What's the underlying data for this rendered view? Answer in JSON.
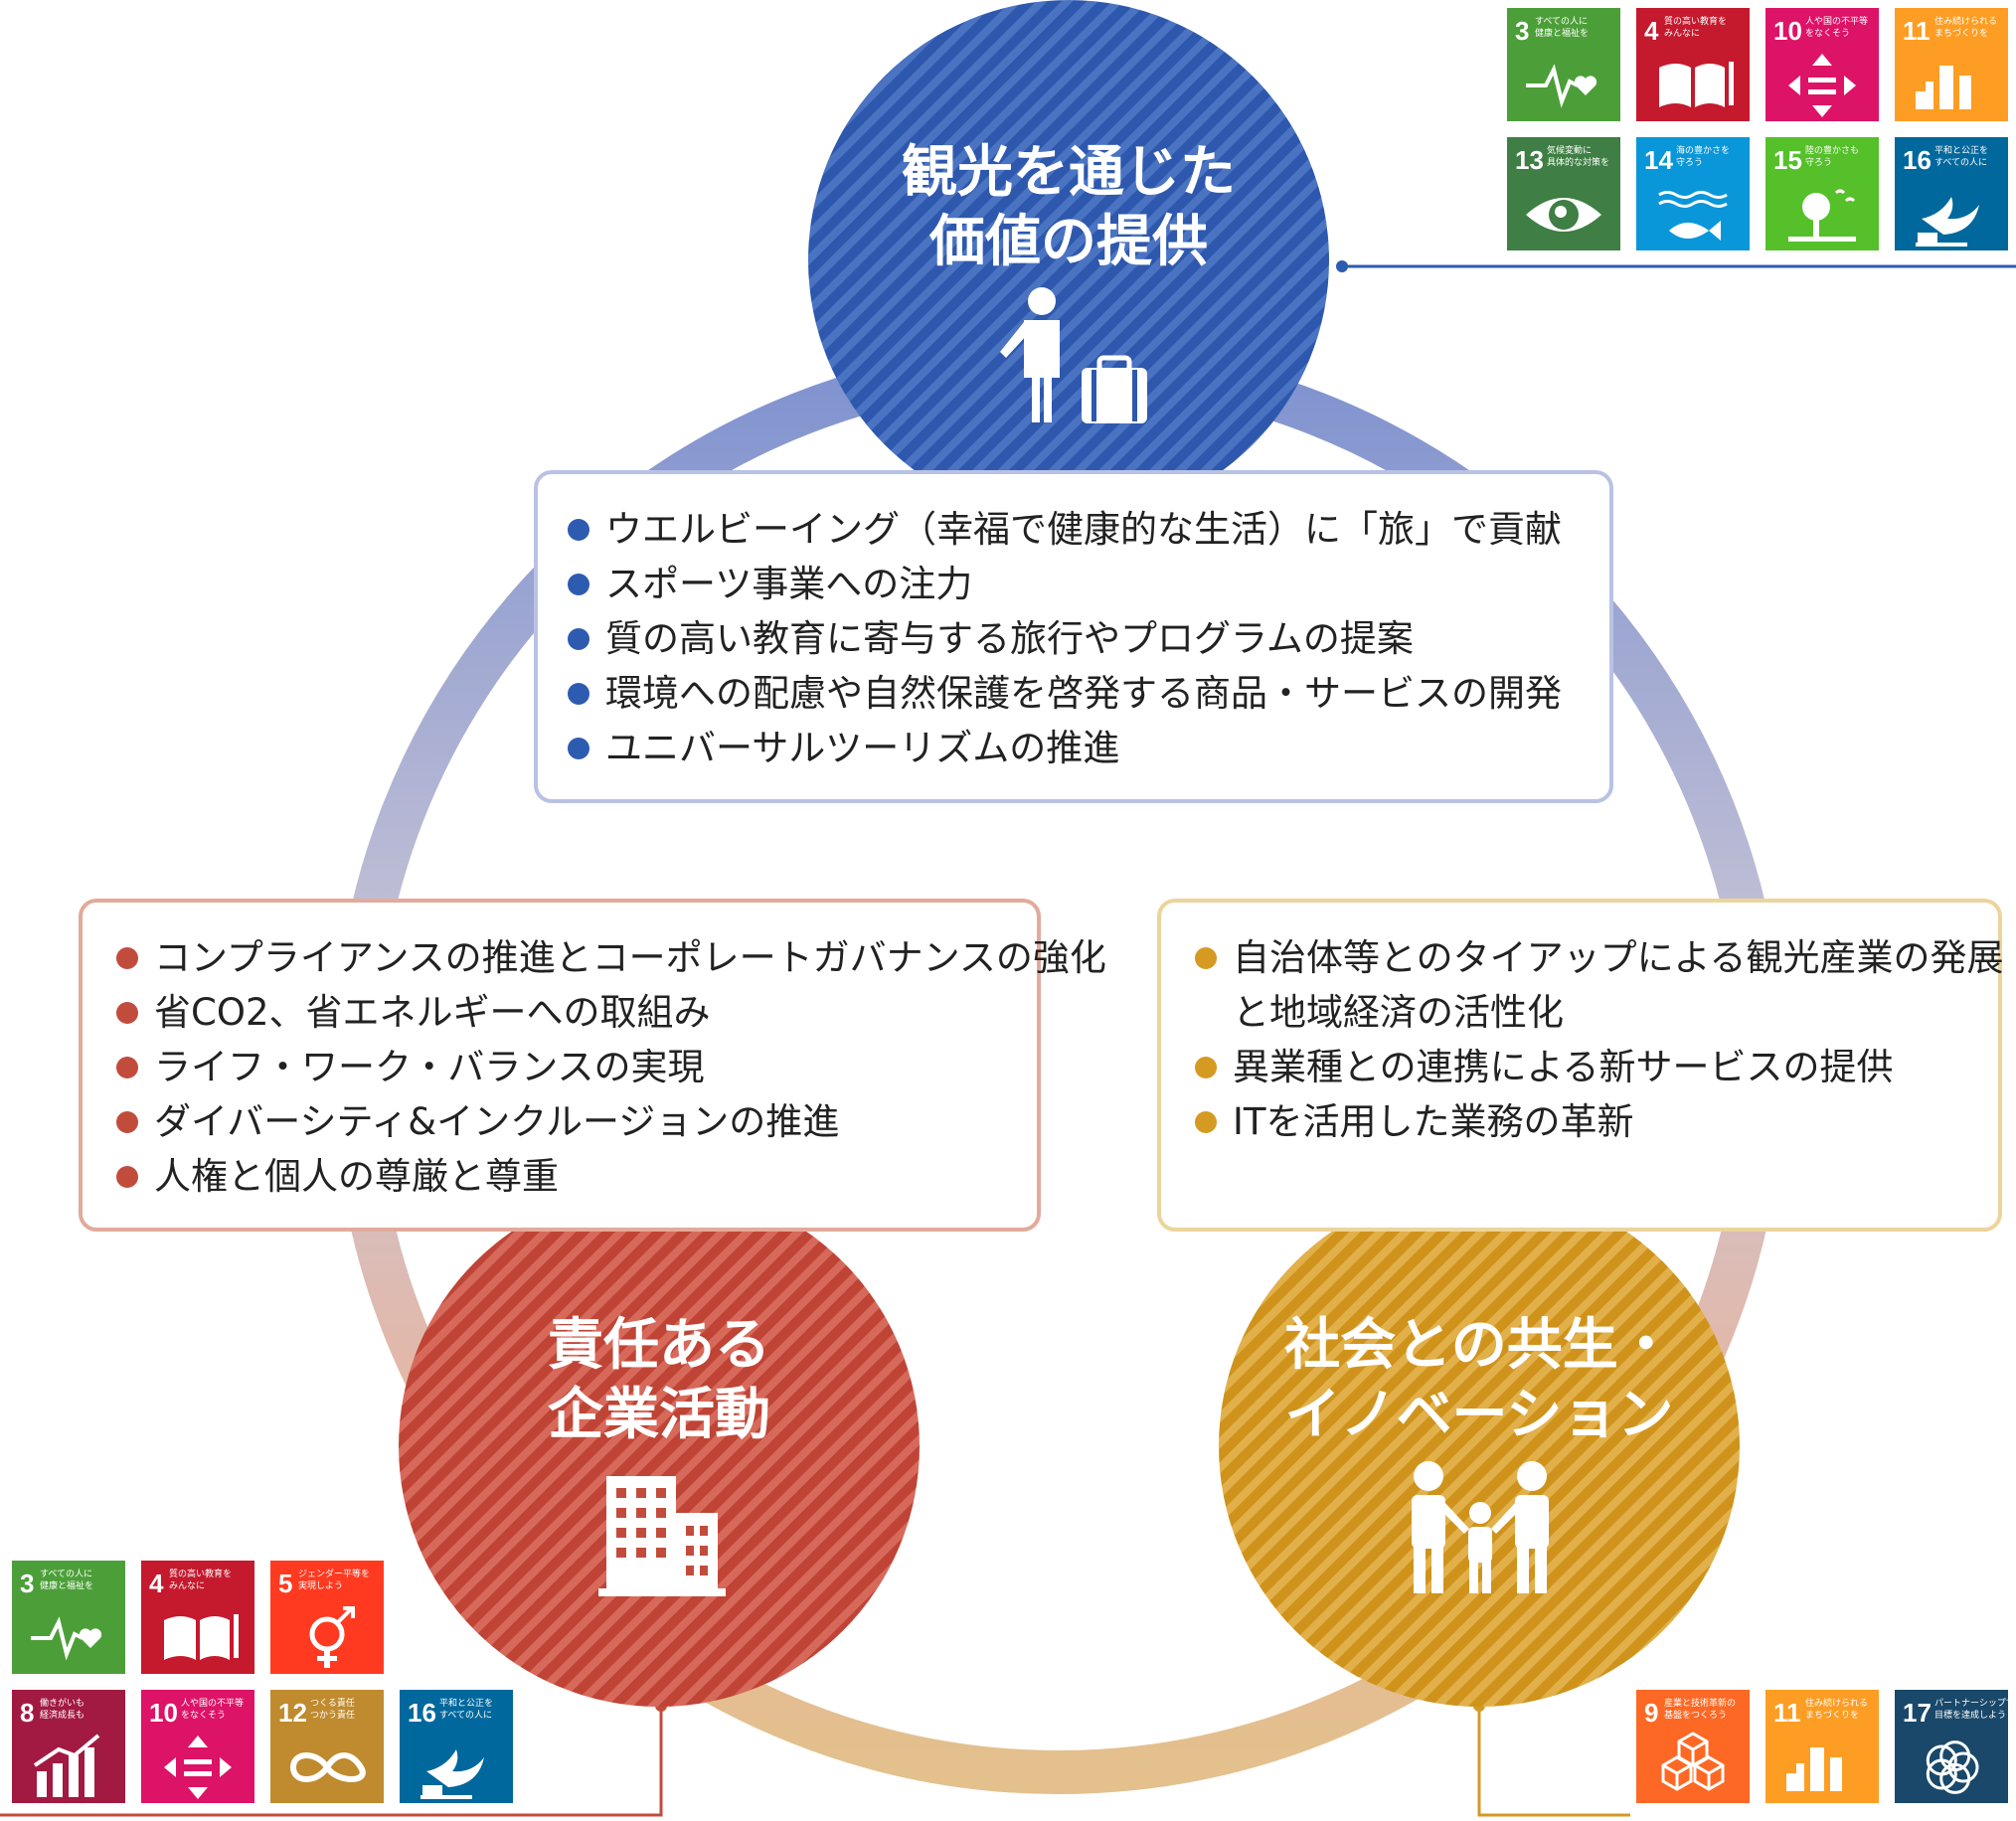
{
  "colors": {
    "blue": "#2d5bb0",
    "red": "#c24c3c",
    "gold": "#d49a22"
  },
  "circles": {
    "top": {
      "title_line1": "観光を通じた",
      "title_line2": "価値の提供",
      "icon": "traveler-icon"
    },
    "left": {
      "title_line1": "責任ある",
      "title_line2": "企業活動",
      "icon": "building-icon"
    },
    "right": {
      "title_line1": "社会との共生・",
      "title_line2": "イノベーション",
      "icon": "family-icon"
    }
  },
  "boxes": {
    "top": [
      "ウエルビーイング（幸福で健康的な生活）に「旅」で貢献",
      "スポーツ事業への注力",
      "質の高い教育に寄与する旅行やプログラムの提案",
      "環境への配慮や自然保護を啓発する商品・サービスの開発",
      "ユニバーサルツーリズムの推進"
    ],
    "left": [
      "コンプライアンスの推進とコーポレートガバナンスの強化",
      "省CO2、省エネルギーへの取組み",
      "ライフ・ワーク・バランスの実現",
      "ダイバーシティ&インクルージョンの推進",
      "人権と個人の尊厳と尊重"
    ],
    "right": [
      "自治体等とのタイアップによる観光産業の発展と地域経済の活性化",
      "異業種との連携による新サービスの提供",
      "ITを活用した業務の革新"
    ]
  },
  "sdg_groups": {
    "top": [
      {
        "num": "3",
        "label1": "すべての人に",
        "label2": "健康と福祉を",
        "color": "#4c9f38",
        "icon": "heartbeat-icon"
      },
      {
        "num": "4",
        "label1": "質の高い教育を",
        "label2": "みんなに",
        "color": "#c5192d",
        "icon": "book-icon"
      },
      {
        "num": "10",
        "label1": "人や国の不平等",
        "label2": "をなくそう",
        "color": "#dd1367",
        "icon": "equality-arrows-icon"
      },
      {
        "num": "11",
        "label1": "住み続けられる",
        "label2": "まちづくりを",
        "color": "#fd9d24",
        "icon": "city-icon"
      },
      {
        "num": "13",
        "label1": "気候変動に",
        "label2": "具体的な対策を",
        "color": "#3f7e44",
        "icon": "eye-globe-icon"
      },
      {
        "num": "14",
        "label1": "海の豊かさを",
        "label2": "守ろう",
        "color": "#0a97d9",
        "icon": "fish-icon"
      },
      {
        "num": "15",
        "label1": "陸の豊かさも",
        "label2": "守ろう",
        "color": "#56c02b",
        "icon": "tree-icon"
      },
      {
        "num": "16",
        "label1": "平和と公正を",
        "label2": "すべての人に",
        "color": "#00689d",
        "icon": "dove-icon"
      }
    ],
    "left": [
      {
        "num": "3",
        "label1": "すべての人に",
        "label2": "健康と福祉を",
        "color": "#4c9f38",
        "icon": "heartbeat-icon"
      },
      {
        "num": "4",
        "label1": "質の高い教育を",
        "label2": "みんなに",
        "color": "#c5192d",
        "icon": "book-icon"
      },
      {
        "num": "5",
        "label1": "ジェンダー平等を",
        "label2": "実現しよう",
        "color": "#ff3a21",
        "icon": "gender-icon"
      },
      {
        "num": "8",
        "label1": "働きがいも",
        "label2": "経済成長も",
        "color": "#a21942",
        "icon": "growth-chart-icon"
      },
      {
        "num": "10",
        "label1": "人や国の不平等",
        "label2": "をなくそう",
        "color": "#dd1367",
        "icon": "equality-arrows-icon"
      },
      {
        "num": "12",
        "label1": "つくる責任",
        "label2": "つかう責任",
        "color": "#bf8b2e",
        "icon": "infinity-icon"
      },
      {
        "num": "16",
        "label1": "平和と公正を",
        "label2": "すべての人に",
        "color": "#00689d",
        "icon": "dove-icon"
      }
    ],
    "right": [
      {
        "num": "9",
        "label1": "産業と技術革新の",
        "label2": "基盤をつくろう",
        "color": "#fd6925",
        "icon": "cubes-icon"
      },
      {
        "num": "11",
        "label1": "住み続けられる",
        "label2": "まちづくりを",
        "color": "#fd9d24",
        "icon": "city-icon"
      },
      {
        "num": "17",
        "label1": "パートナーシップで",
        "label2": "目標を達成しよう",
        "color": "#19486a",
        "icon": "rings-icon"
      }
    ]
  }
}
